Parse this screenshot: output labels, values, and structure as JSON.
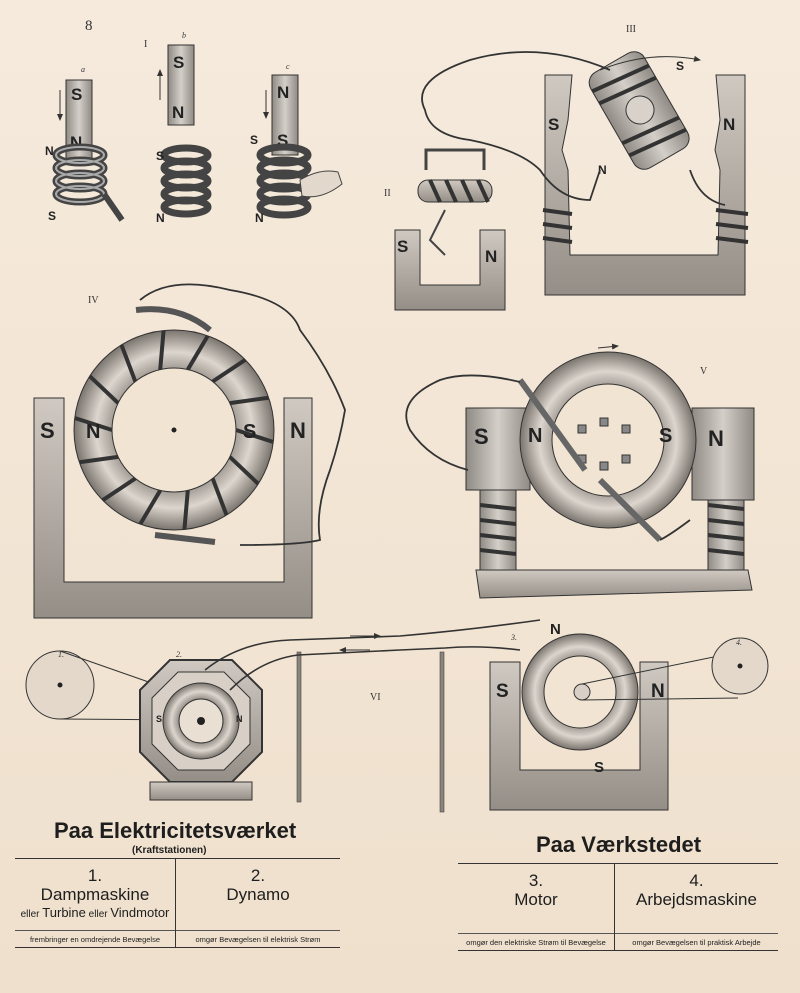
{
  "page_number": "8",
  "section_labels": [
    "I",
    "II",
    "III",
    "IV",
    "V",
    "VI"
  ],
  "fig1_letters": [
    "a",
    "b",
    "c"
  ],
  "pole_labels": {
    "s": "S",
    "n": "N",
    "s1": "S",
    "n1": "N"
  },
  "numbers": [
    "1.",
    "2.",
    "3.",
    "4."
  ],
  "left_title": "Paa Elektricitetsværket",
  "left_subtitle": "(Kraftstationen)",
  "right_title": "Paa Værkstedet",
  "table_left": [
    {
      "num": "1.",
      "name": "Dampmaskine",
      "alt_pre": "eller ",
      "alt1": "Turbine",
      "alt_mid": " eller ",
      "alt2": "Vindmotor",
      "desc": "frembringer en omdrejende Bevægelse"
    },
    {
      "num": "2.",
      "name": "Dynamo",
      "desc": "omgør Bevægelsen til elektrisk Strøm"
    }
  ],
  "table_right": [
    {
      "num": "3.",
      "name": "Motor",
      "desc": "omgør den elektriske Strøm til Bevægelse"
    },
    {
      "num": "4.",
      "name": "Arbejdsmaskine",
      "desc": "omgør Bevægelsen til praktisk Arbejde"
    }
  ],
  "colors": {
    "background": "#f4e8da",
    "ink": "#222222",
    "metal": "#b8b2aa",
    "metal_dark": "#6e6862"
  }
}
